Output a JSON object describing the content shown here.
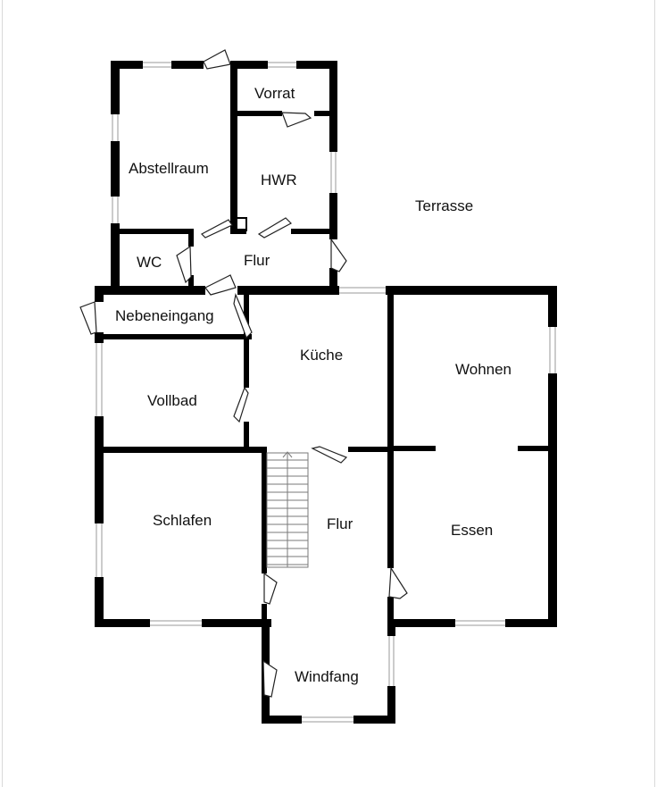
{
  "floor_plan": {
    "rooms": {
      "abstellraum": "Abstellraum",
      "vorrat": "Vorrat",
      "hwr": "HWR",
      "terrasse": "Terrasse",
      "wc": "WC",
      "flur_top": "Flur",
      "nebeneingang": "Nebeneingang",
      "kueche": "Küche",
      "wohnen": "Wohnen",
      "vollbad": "Vollbad",
      "schlafen": "Schlafen",
      "flur_main": "Flur",
      "essen": "Essen",
      "windfang": "Windfang"
    }
  }
}
